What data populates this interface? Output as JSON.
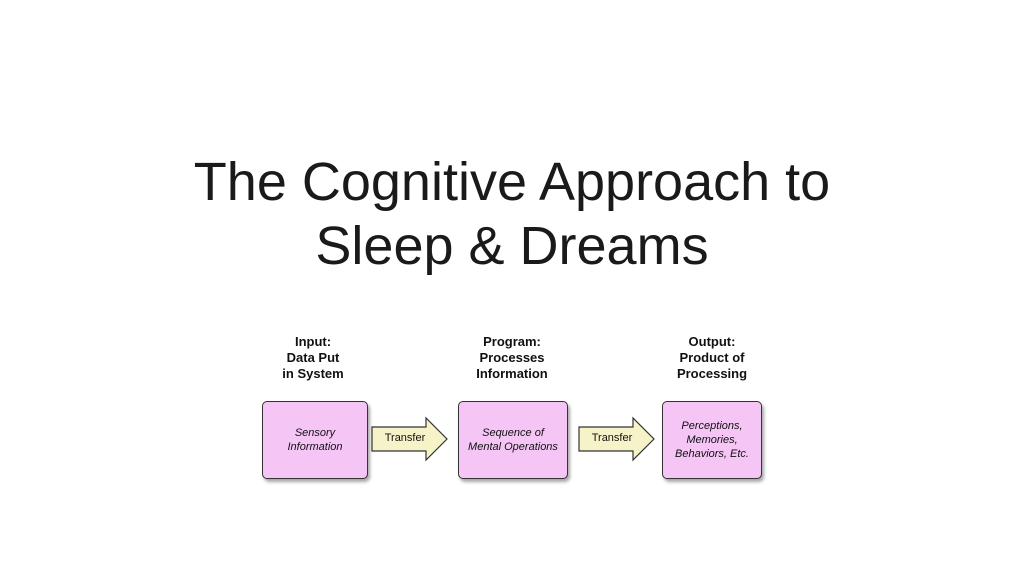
{
  "slide": {
    "title_lines": [
      "The Cognitive Approach to",
      "Sleep & Dreams"
    ]
  },
  "diagram": {
    "stages": [
      {
        "header_lines": [
          "Input:",
          "Data Put",
          "in System"
        ],
        "box_lines": [
          "Sensory",
          "Information"
        ]
      },
      {
        "header_lines": [
          "Program:",
          "Processes",
          "Information"
        ],
        "box_lines": [
          "Sequence of",
          "Mental Operations"
        ]
      },
      {
        "header_lines": [
          "Output:",
          "Product of",
          "Processing"
        ],
        "box_lines": [
          "Perceptions,",
          "Memories,",
          "Behaviors, Etc."
        ]
      }
    ],
    "arrows": [
      {
        "label": "Transfer"
      },
      {
        "label": "Transfer"
      }
    ],
    "colors": {
      "box_fill": "#f5c6f5",
      "arrow_fill": "#f7f3c8"
    }
  }
}
